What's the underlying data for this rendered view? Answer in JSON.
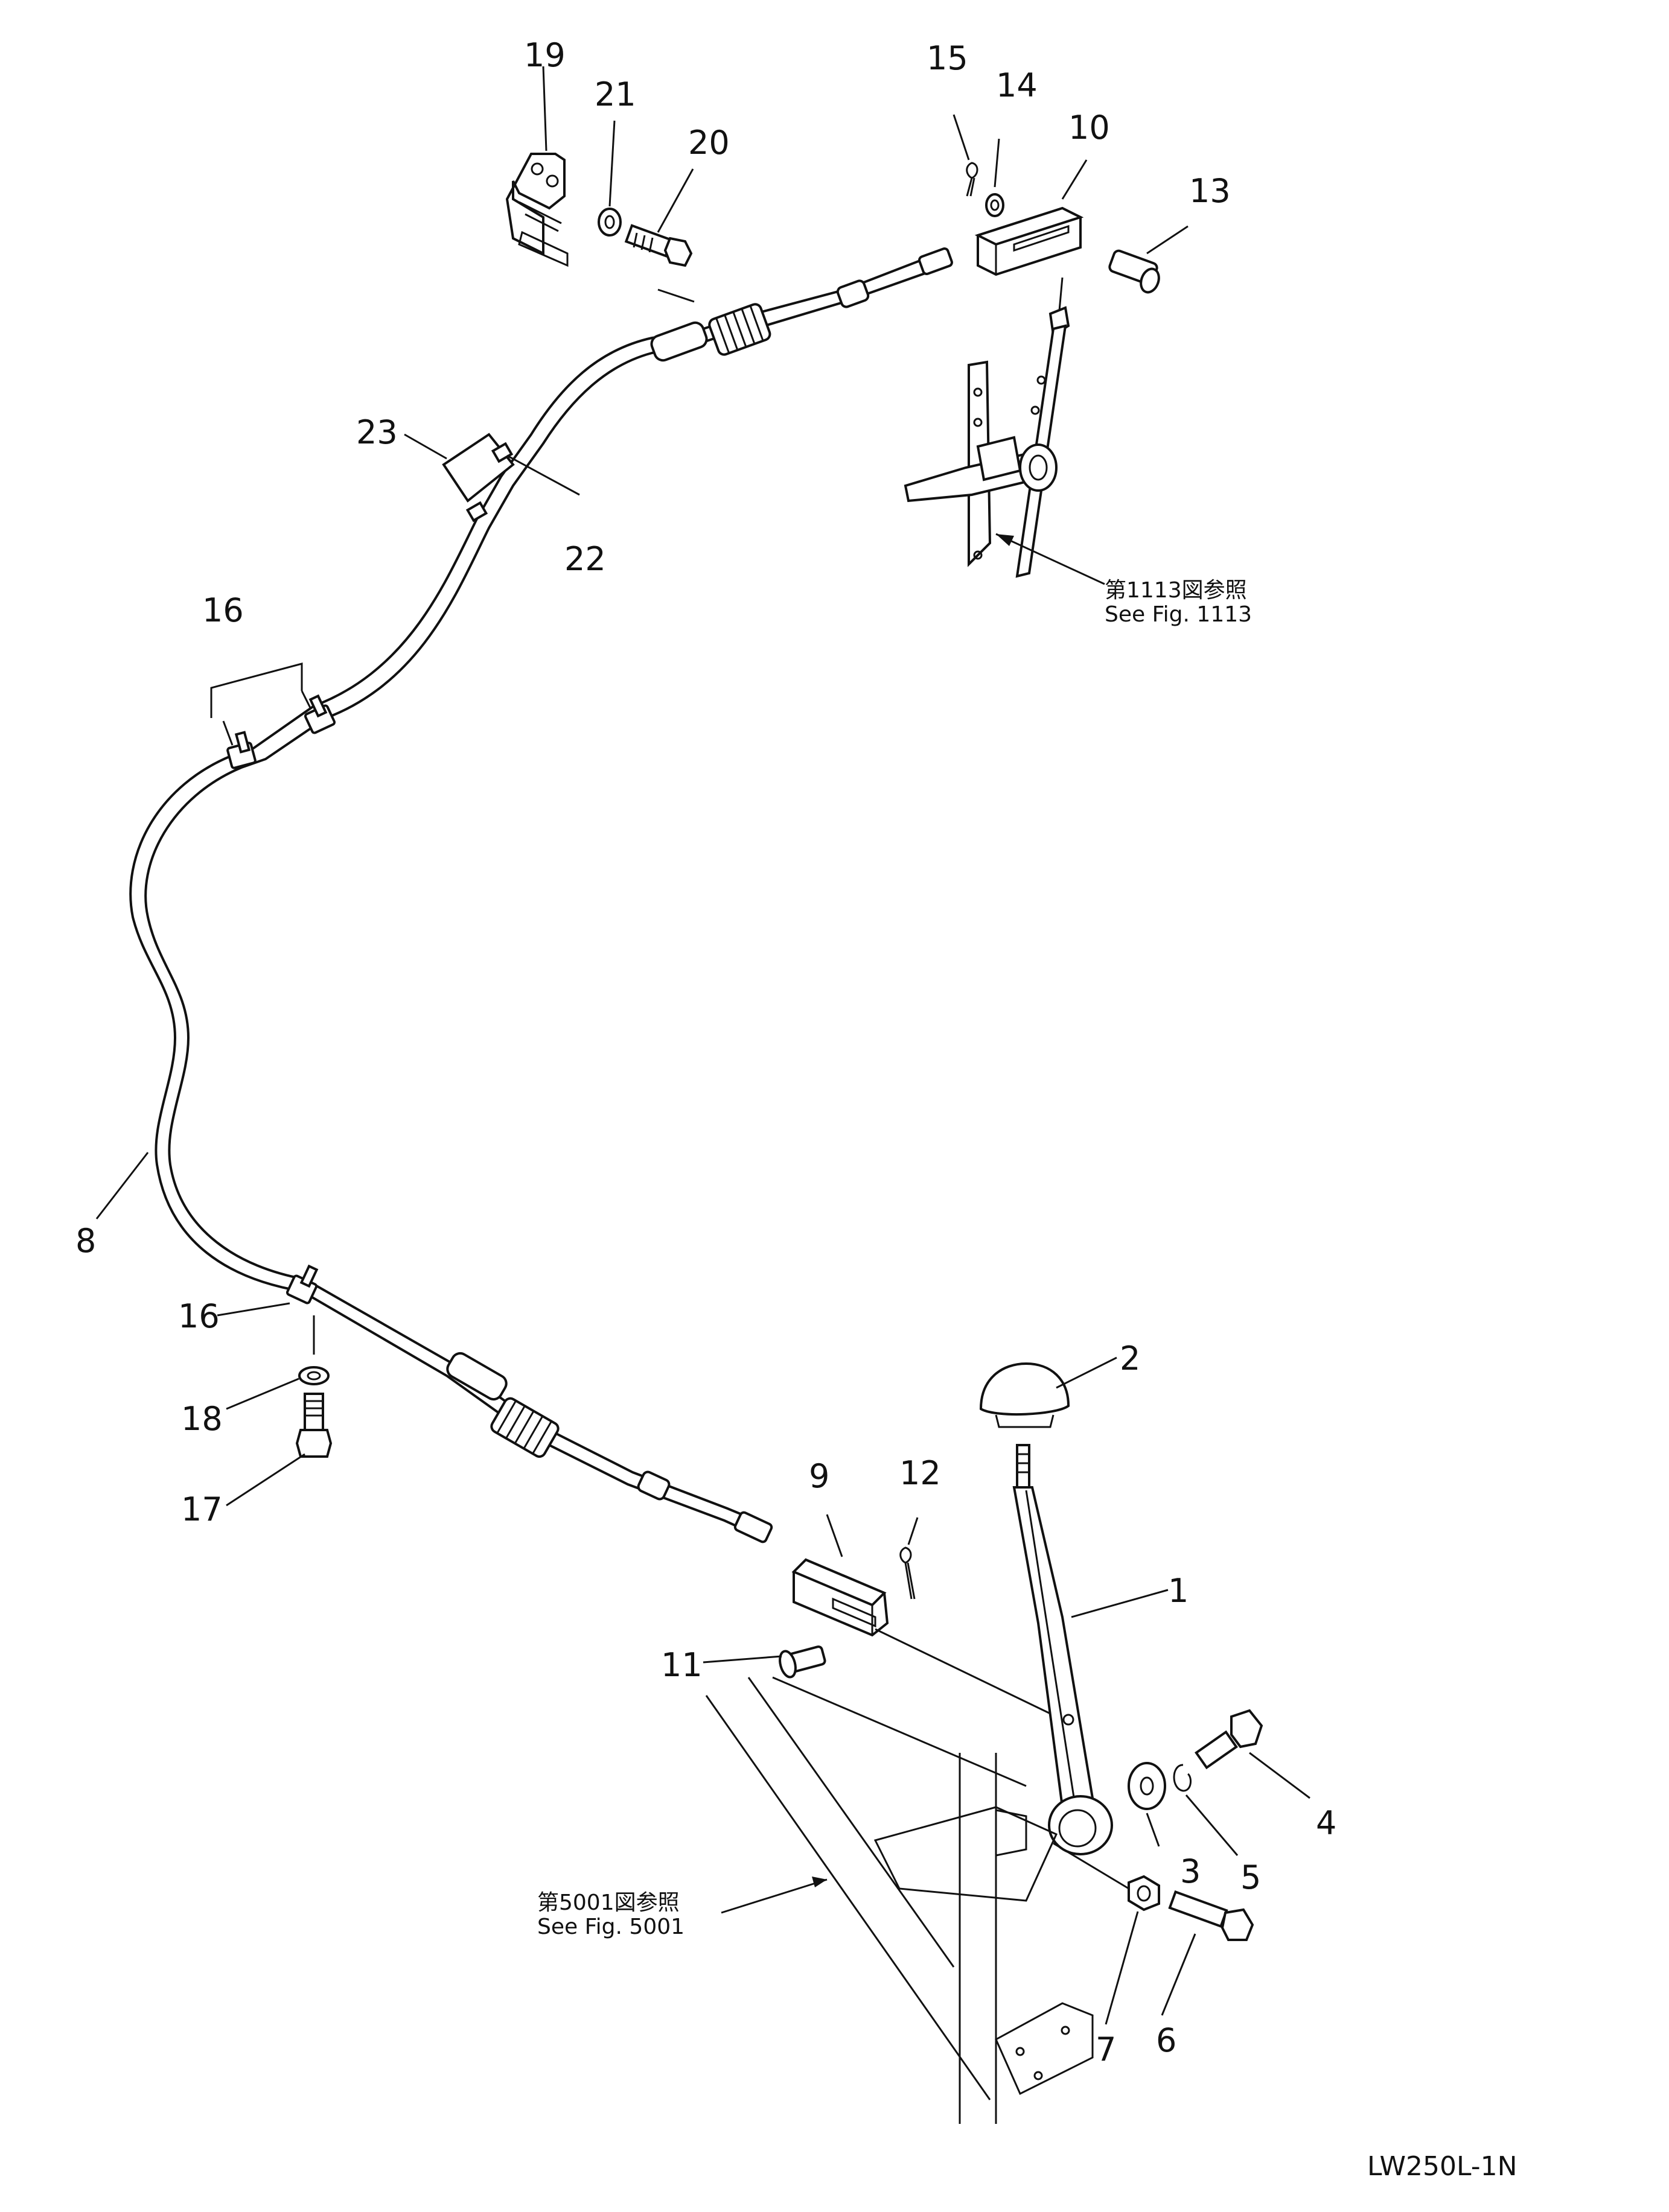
{
  "callouts": [
    {
      "id": "c1",
      "text": "1"
    },
    {
      "id": "c2",
      "text": "2"
    },
    {
      "id": "c3",
      "text": "3"
    },
    {
      "id": "c4",
      "text": "4"
    },
    {
      "id": "c5",
      "text": "5"
    },
    {
      "id": "c6",
      "text": "6"
    },
    {
      "id": "c7",
      "text": "7"
    },
    {
      "id": "c8",
      "text": "8"
    },
    {
      "id": "c9",
      "text": "9"
    },
    {
      "id": "c10",
      "text": "10"
    },
    {
      "id": "c11",
      "text": "11"
    },
    {
      "id": "c12",
      "text": "12"
    },
    {
      "id": "c13",
      "text": "13"
    },
    {
      "id": "c14",
      "text": "14"
    },
    {
      "id": "c15",
      "text": "15"
    },
    {
      "id": "c16a",
      "text": "16"
    },
    {
      "id": "c16b",
      "text": "16"
    },
    {
      "id": "c17",
      "text": "17"
    },
    {
      "id": "c18",
      "text": "18"
    },
    {
      "id": "c19",
      "text": "19"
    },
    {
      "id": "c20",
      "text": "20"
    },
    {
      "id": "c21",
      "text": "21"
    },
    {
      "id": "c22",
      "text": "22"
    },
    {
      "id": "c23",
      "text": "23"
    }
  ],
  "references": {
    "fig1113": {
      "jp": "第1113図参照",
      "en": "See  Fig. 1113"
    },
    "fig5001": {
      "jp": "第5001図参照",
      "en": "See  Fig. 5001"
    }
  },
  "model_code": "LW250L-1N"
}
